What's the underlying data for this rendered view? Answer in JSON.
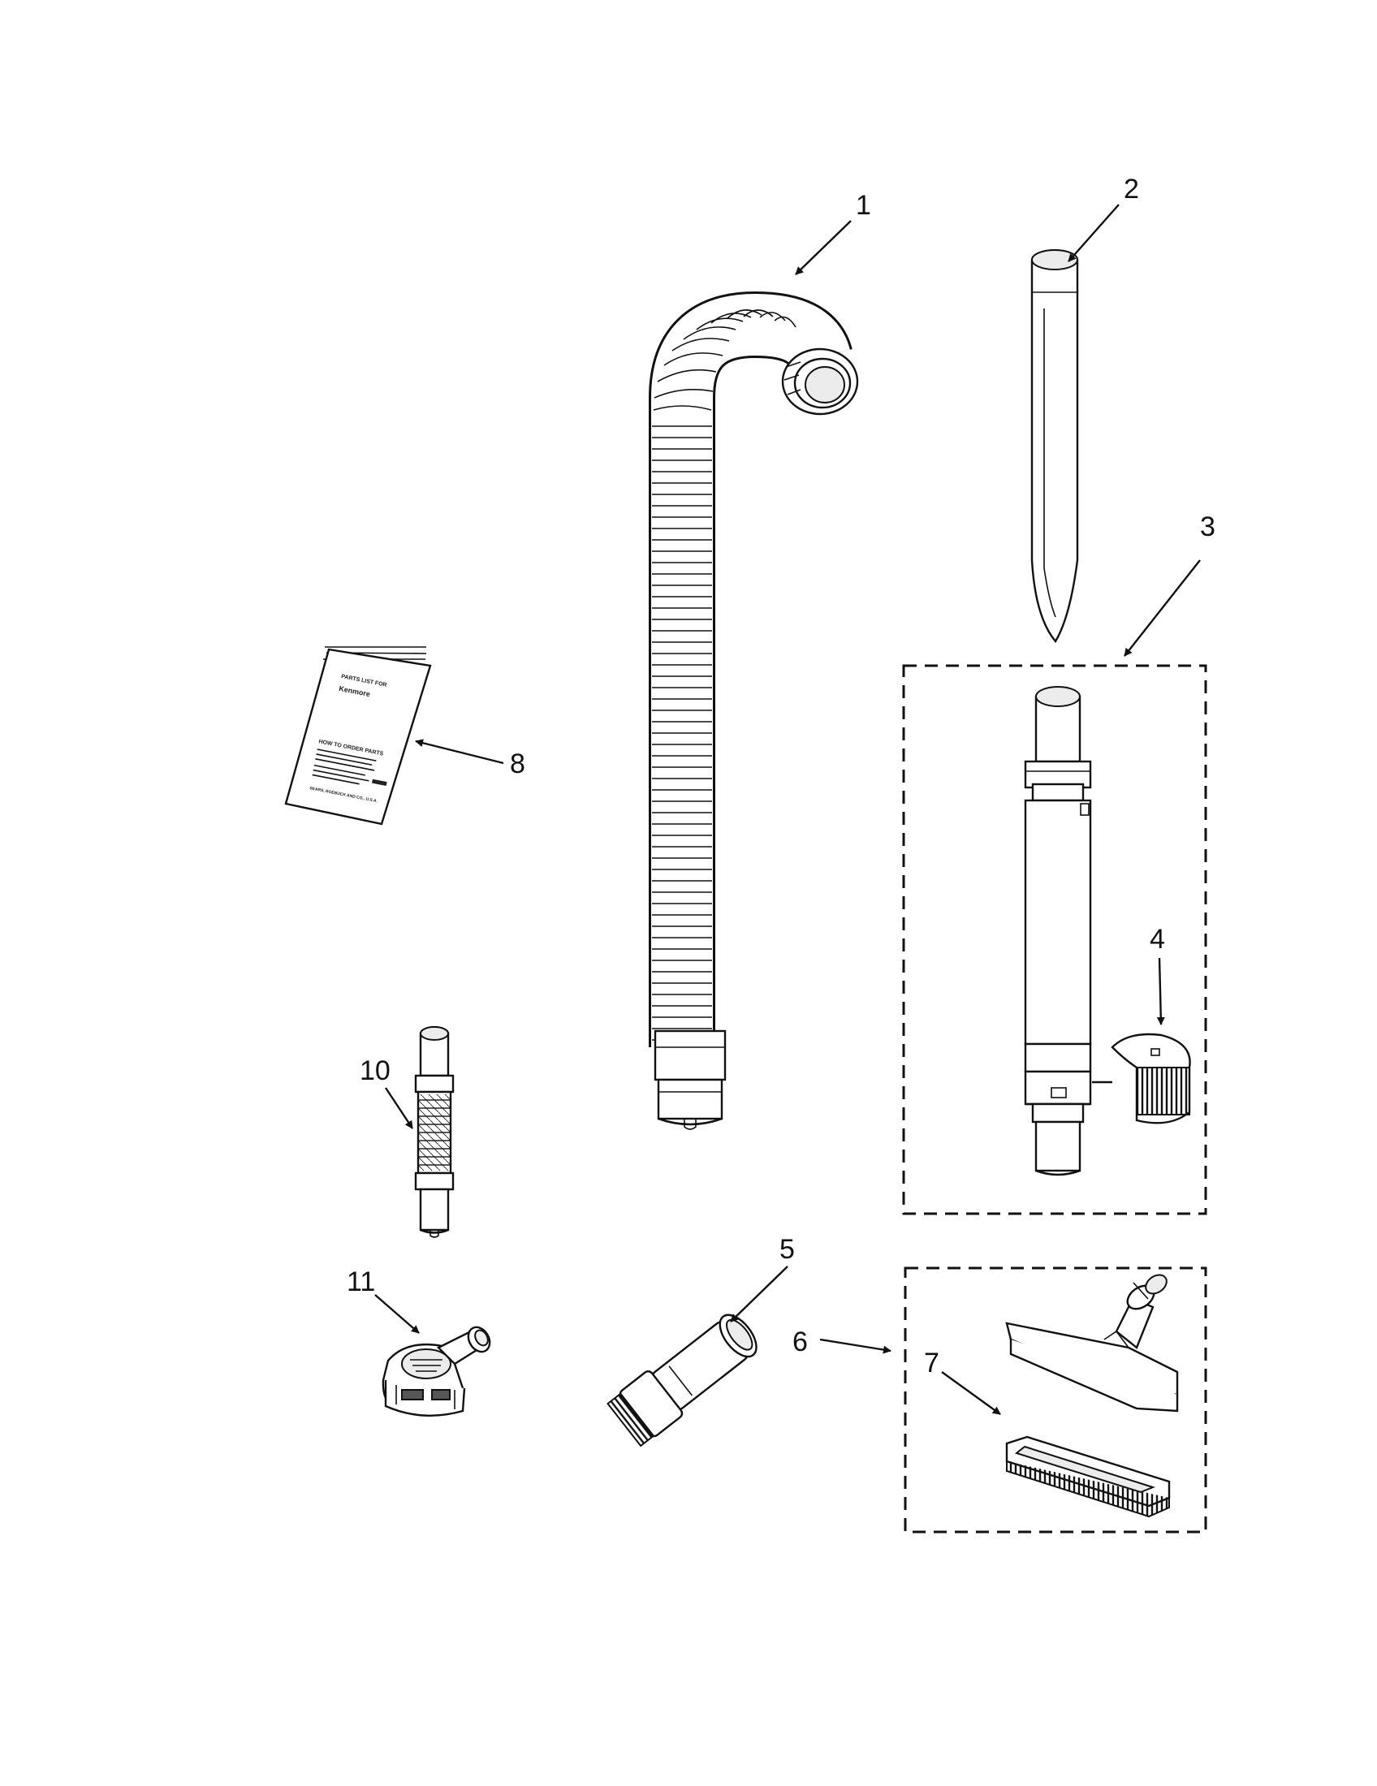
{
  "callouts": [
    {
      "id": "1",
      "label": "1"
    },
    {
      "id": "2",
      "label": "2"
    },
    {
      "id": "3",
      "label": "3"
    },
    {
      "id": "4",
      "label": "4"
    },
    {
      "id": "5",
      "label": "5"
    },
    {
      "id": "6",
      "label": "6"
    },
    {
      "id": "7",
      "label": "7"
    },
    {
      "id": "8",
      "label": "8"
    },
    {
      "id": "10",
      "label": "10"
    },
    {
      "id": "11",
      "label": "11"
    }
  ],
  "booklet": {
    "title": "PARTS LIST FOR",
    "brand": "Kenmore",
    "heading": "HOW TO ORDER PARTS",
    "footer": "SEARS, ROEBUCK AND CO., U.S.A."
  }
}
